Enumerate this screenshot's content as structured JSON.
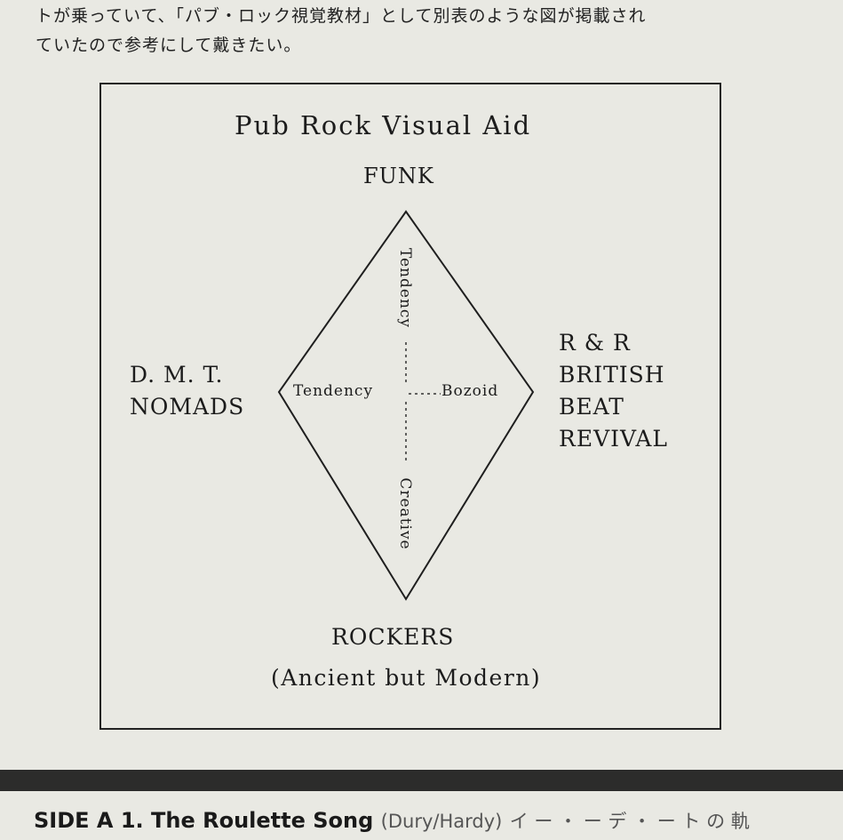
{
  "intro": {
    "line1": "トが乗っていて、「パブ・ロック視覚教材」として別表のような図が掲載され",
    "line2": "ていたので参考にして戴きたい。"
  },
  "diagram": {
    "title": "Pub Rock Visual Aid",
    "top": "FUNK",
    "left": [
      "D. M. T.",
      "NOMADS"
    ],
    "right": [
      "R & R",
      "BRITISH",
      "BEAT",
      "REVIVAL"
    ],
    "bottom": "ROCKERS",
    "bottom_sub": "(Ancient but Modern)",
    "axis_top": "Tendency",
    "axis_bottom": "Creative",
    "axis_left": "Tendency",
    "axis_right": "Bozoid"
  },
  "footer": {
    "side_label": "SIDE A",
    "track_no": "1.",
    "track_title": "The Roulette Song",
    "credits": "(Dury/Hardy)",
    "trailing": "イ ー ・ ー デ ・ ー ト の 軌"
  }
}
